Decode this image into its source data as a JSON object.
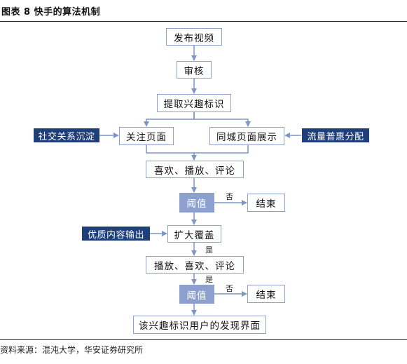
{
  "title": "图表 8 快手的算法机制",
  "source": "资料来源：混沌大学，华安证券研究所",
  "nodes": {
    "publish": "发布视频",
    "review": "审核",
    "extract": "提取兴趣标识",
    "follow": "关注页面",
    "local": "同城页面展示",
    "interact1": "喜欢、播放、评论",
    "threshold1": "阈值",
    "end1": "结束",
    "expand": "扩大覆盖",
    "interact2": "播放、喜欢、评论",
    "threshold2": "阈值",
    "end2": "结束",
    "discover": "该兴趣标识用户的发现界面"
  },
  "tags": {
    "social": "社交关系沉淀",
    "traffic": "流量普惠分配",
    "quality": "优质内容输出"
  },
  "edge_labels": {
    "no1": "否",
    "yes1": "是",
    "yes2": "是",
    "no2": "否"
  },
  "colors": {
    "box_border": "#8ea2c9",
    "threshold_fill": "#8ca0cf",
    "tag_fill": "#1f3f7a",
    "arrow": "#7f95c4"
  }
}
